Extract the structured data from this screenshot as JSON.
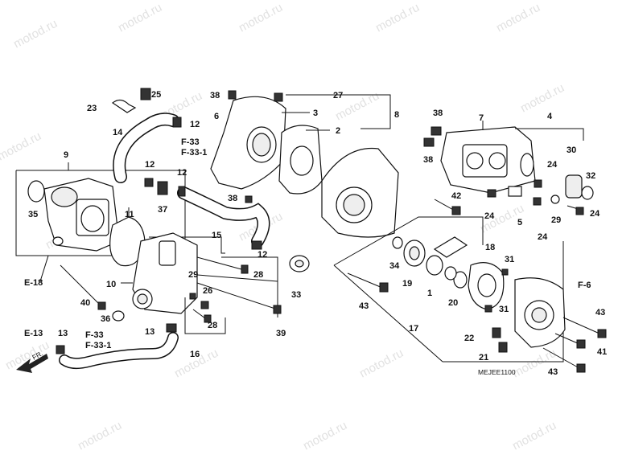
{
  "diagram": {
    "code": "MEJEE1100",
    "front_marker": "FR.",
    "watermark": "motod.ru",
    "callouts": {
      "n1": "1",
      "n2": "2",
      "n3": "3",
      "n4": "4",
      "n5": "5",
      "n6": "6",
      "n7": "7",
      "n8": "8",
      "n9": "9",
      "n10": "10",
      "n11": "11",
      "n12a": "12",
      "n12b": "12",
      "n12c": "12",
      "n12d": "12",
      "n13a": "13",
      "n13b": "13",
      "n14": "14",
      "n15": "15",
      "n16": "16",
      "n17": "17",
      "n18": "18",
      "n19": "19",
      "n20": "20",
      "n21": "21",
      "n22": "22",
      "n23": "23",
      "n24a": "24",
      "n24b": "24",
      "n24c": "24",
      "n24d": "24",
      "n25": "25",
      "n26": "26",
      "n27": "27",
      "n28a": "28",
      "n28b": "28",
      "n29a": "29",
      "n29b": "29",
      "n30": "30",
      "n31a": "31",
      "n31b": "31",
      "n32": "32",
      "n33": "33",
      "n34": "34",
      "n35": "35",
      "n36": "36",
      "n37": "37",
      "n38a": "38",
      "n38b": "38",
      "n38c": "38",
      "n38d": "38",
      "n39": "39",
      "n40": "40",
      "n41": "41",
      "n42": "42",
      "n43a": "43",
      "n43b": "43",
      "n43c": "43"
    },
    "refs": {
      "f33a": "F-33",
      "f331a": "F-33-1",
      "f33b": "F-33",
      "f331b": "F-33-1",
      "e18": "E-18",
      "e13": "E-13",
      "f6": "F-6"
    }
  }
}
